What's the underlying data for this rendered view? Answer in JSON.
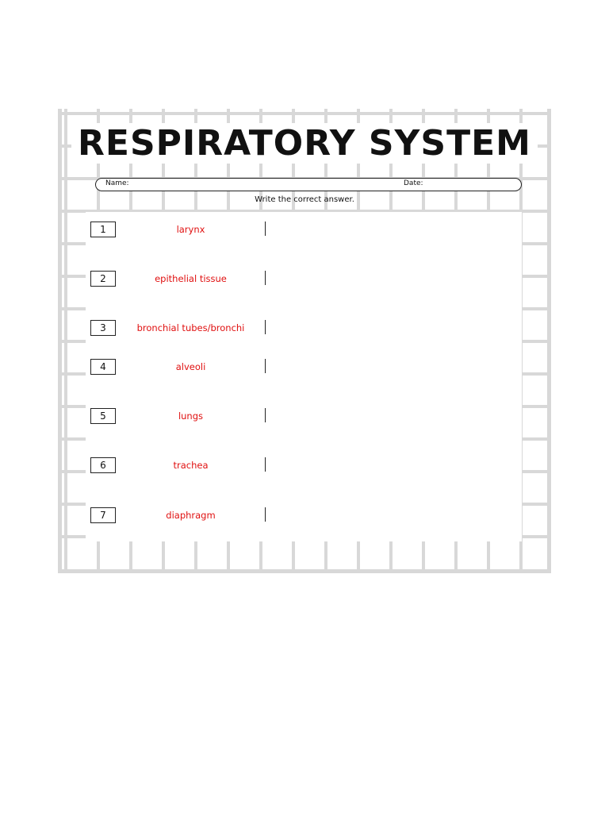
{
  "worksheet": {
    "title": "RESPIRATORY SYSTEM",
    "name_label": "Name:",
    "date_label": "Date:",
    "instructions": "Write the correct answer.",
    "colors": {
      "term_text": "#e01010",
      "grid_line": "#d8d8d8",
      "title_text": "#111111"
    },
    "items": [
      {
        "number": "1",
        "term": "larynx"
      },
      {
        "number": "2",
        "term": "epithelial tissue"
      },
      {
        "number": "3",
        "term": "bronchial tubes/bronchi"
      },
      {
        "number": "4",
        "term": "alveoli"
      },
      {
        "number": "5",
        "term": "lungs"
      },
      {
        "number": "6",
        "term": "trachea"
      },
      {
        "number": "7",
        "term": "diaphragm"
      }
    ]
  }
}
